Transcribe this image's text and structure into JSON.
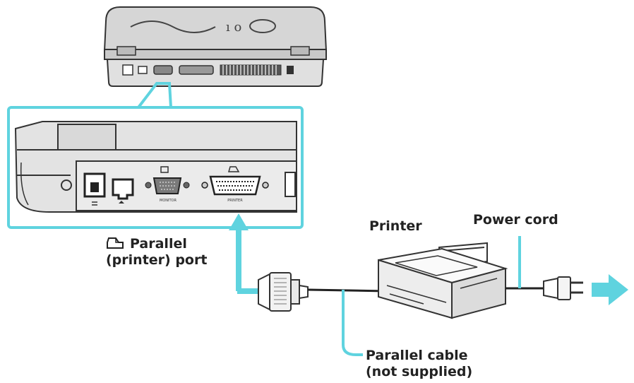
{
  "labels": {
    "parallel_port_line1": "Parallel",
    "parallel_port_line2": "(printer) port",
    "printer": "Printer",
    "power_cord": "Power cord",
    "parallel_cable_line1": "Parallel cable",
    "parallel_cable_line2": "(not supplied)"
  },
  "port_labels": {
    "monitor": "MONITOR",
    "printer": "PRINTER"
  },
  "icons": [
    "printer-port-icon",
    "phone-jack-icon",
    "network-jack-icon",
    "monitor-icon",
    "arrow-right-icon",
    "power-plug-icon"
  ],
  "colors": {
    "callout": "#5fd3df",
    "outline": "#333333",
    "body": "#e6e6e6",
    "background": "#ffffff"
  }
}
